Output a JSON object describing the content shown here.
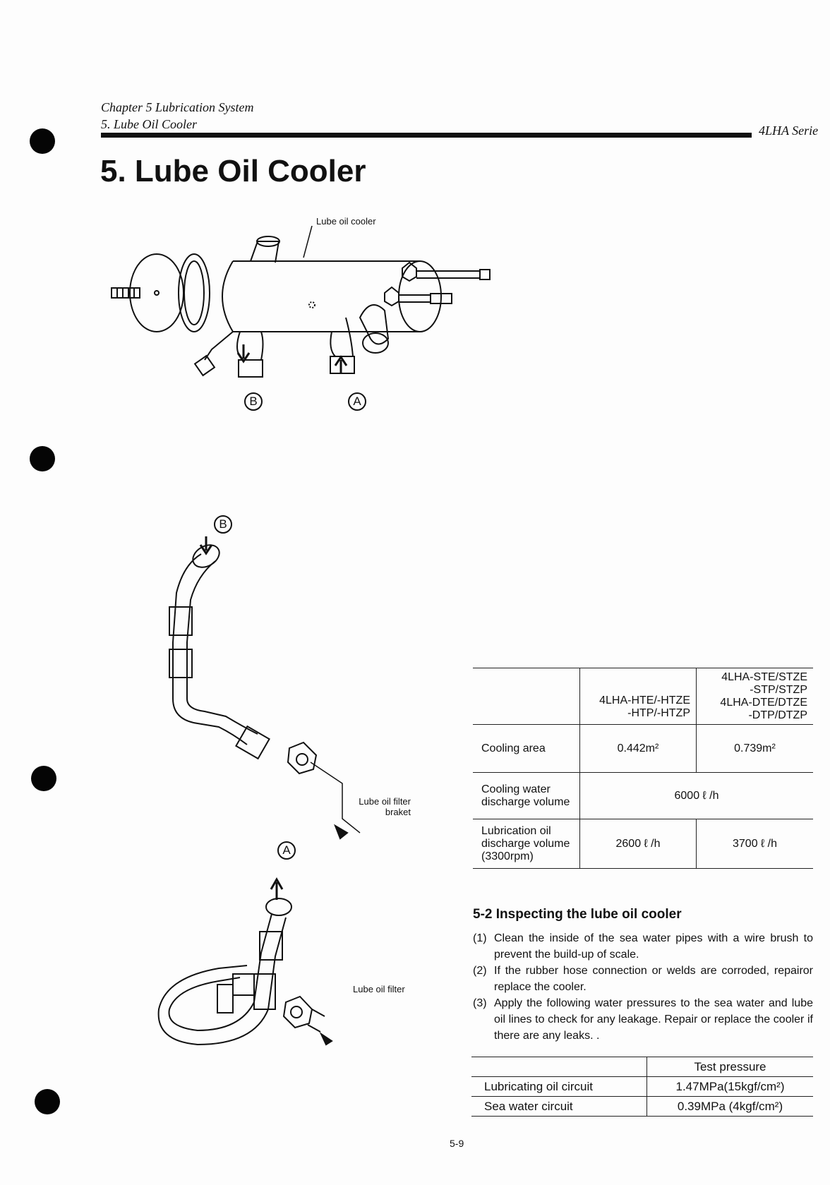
{
  "header": {
    "chapter": "Chapter 5 Lubrication System",
    "section": "5. Lube Oil Cooler",
    "series": "4LHA Serie"
  },
  "title": "5. Lube Oil Cooler",
  "figure1": {
    "label_cooler": "Lube oil cooler",
    "marker_b": "B",
    "marker_a": "A"
  },
  "figure2": {
    "marker_b": "B",
    "marker_a": "A",
    "label_bracket_line1": "Lube oil filter",
    "label_bracket_line2": "braket",
    "label_filter": "Lube oil filter"
  },
  "spec_table": {
    "col1_head_line1": "4LHA-HTE/-HTZE",
    "col1_head_line2": "-HTP/-HTZP",
    "col2_head_line1": "4LHA-STE/STZE",
    "col2_head_line2": "-STP/STZP",
    "col2_head_line3": "4LHA-DTE/DTZE",
    "col2_head_line4": "-DTP/DTZP",
    "row1_label": "Cooling area",
    "row1_val1": "0.442m²",
    "row1_val2": "0.739m²",
    "row2_label_line1": "Cooling water",
    "row2_label_line2": "discharge volume",
    "row2_val": "6000 ℓ /h",
    "row3_label_line1": "Lubrication oil",
    "row3_label_line2": "discharge volume",
    "row3_label_line3": "(3300rpm)",
    "row3_val1": "2600 ℓ /h",
    "row3_val2": "3700 ℓ /h"
  },
  "section_title": "5-2 Inspecting the lube oil cooler",
  "steps": [
    {
      "num": "(1)",
      "text": "Clean the inside of the sea water pipes with a wire brush to prevent the build-up of scale."
    },
    {
      "num": "(2)",
      "text": "If the rubber hose connection or welds are corroded, repairor replace the cooler."
    },
    {
      "num": "(3)",
      "text": "Apply the following water pressures to the sea water and lube oil lines to check for any leakage. Repair or replace the cooler if there are any leaks. ."
    }
  ],
  "pressure_table": {
    "header": "Test pressure",
    "rows": [
      {
        "label": "Lubricating oil circuit",
        "value": "1.47MPa(15kgf/cm²)"
      },
      {
        "label": "Sea water circuit",
        "value": "0.39MPa (4kgf/cm²)"
      }
    ]
  },
  "page_number": "5-9"
}
